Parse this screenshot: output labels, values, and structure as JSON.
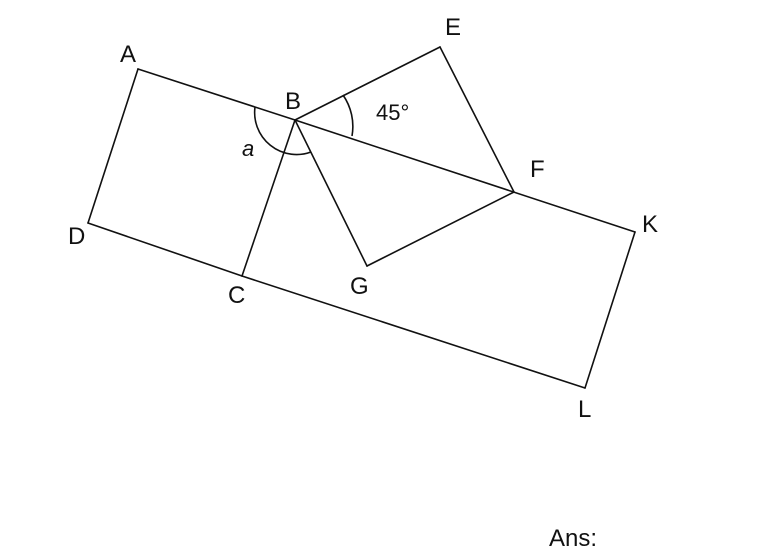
{
  "points": {
    "A": "A",
    "B": "B",
    "C": "C",
    "D": "D",
    "E": "E",
    "F": "F",
    "G": "G",
    "K": "K",
    "L": "L"
  },
  "angles": {
    "a": "a",
    "ebf": "45°"
  },
  "answer_label": "Ans:"
}
